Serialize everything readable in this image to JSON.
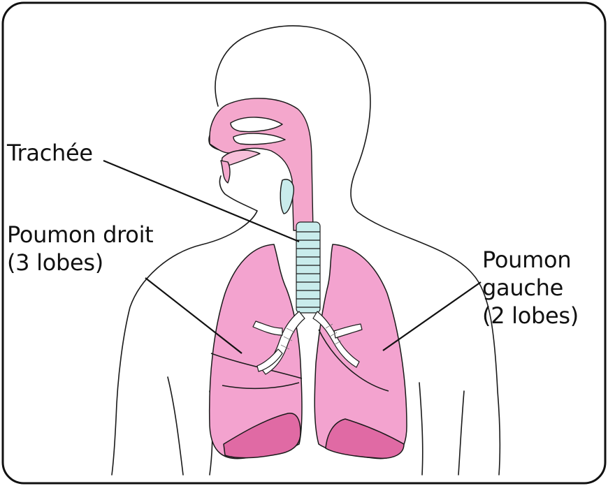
{
  "labels": {
    "trachea": "Trachée",
    "right_lung": {
      "line1": "Poumon droit",
      "line2": "(3 lobes)"
    },
    "left_lung": {
      "line1": "Poumon",
      "line2": "gauche",
      "line3": "(2 lobes)"
    }
  },
  "colors": {
    "lung_fill": "#f3a3cf",
    "lung_dark": "#e06aa4",
    "airway_fill": "#f4a7cc",
    "trachea_rings": "#c9ecec",
    "outline": "#1a1a1a",
    "frame": "#111111"
  }
}
